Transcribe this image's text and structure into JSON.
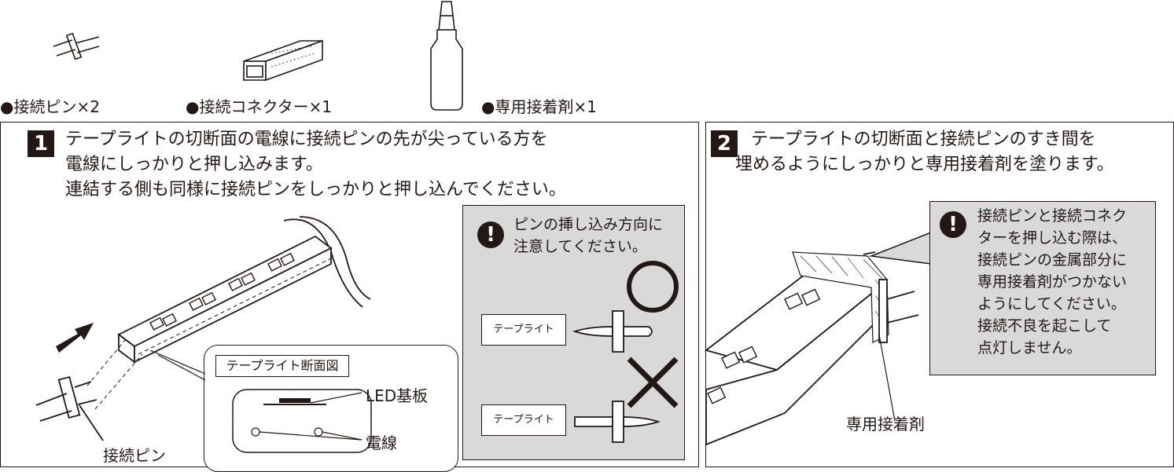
{
  "parts": [
    {
      "label": "●接続ピン×2"
    },
    {
      "label": "●接続コネクター×1"
    },
    {
      "label": "●専用接着剤×1"
    }
  ],
  "step1": {
    "number": "1",
    "lines": [
      "テープライトの切断面の電線に接続ピンの先が尖っている方を",
      "電線にしっかりと押し込みます。",
      "連結する側も同様に接続ピンをしっかりと押し込んでください。"
    ],
    "note": {
      "icon": "!",
      "lines": [
        "ピンの挿し込み方向に",
        "注意してください。"
      ]
    },
    "correct_label": "テープライト",
    "wrong_label": "テープライト",
    "cross_section_title": "テープライト断面図",
    "led_label": "LED基板",
    "wire_label": "電線",
    "pin_label": "接続ピン"
  },
  "step2": {
    "number": "2",
    "lines": [
      "テープライトの切断面と接続ピンのすき間を",
      "埋めるようにしっかりと専用接着剤を塗ります。"
    ],
    "note": {
      "icon": "!",
      "lines": [
        "接続ピンと接続コネク",
        "ターを押し込む際は、",
        "接続ピンの金属部分に",
        "専用接着剤がつかない",
        "ようにしてください。",
        "接続不良を起こして",
        "点灯しません。"
      ]
    },
    "adhesive_label": "専用接着剤"
  }
}
